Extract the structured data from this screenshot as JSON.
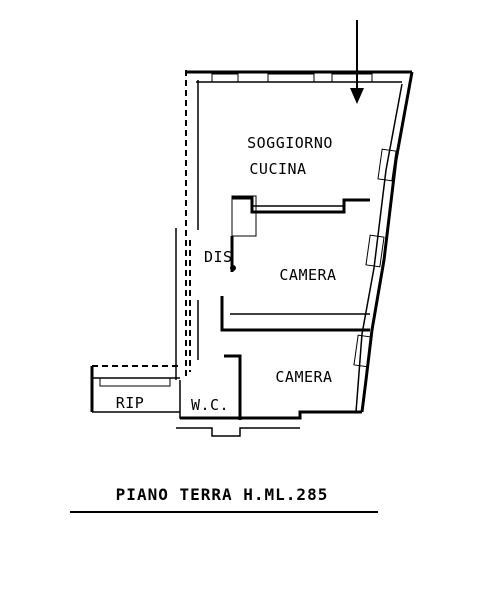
{
  "rooms": {
    "soggiorno_cucina_line1": "SOGGIORNO",
    "soggiorno_cucina_line2": "CUCINA",
    "disimpegno": "DIS",
    "camera_1": "CAMERA",
    "camera_2": "CAMERA",
    "ripostiglio": "RIP",
    "wc": "W.C."
  },
  "caption": {
    "text": "PIANO TERRA  H.ML.285"
  }
}
